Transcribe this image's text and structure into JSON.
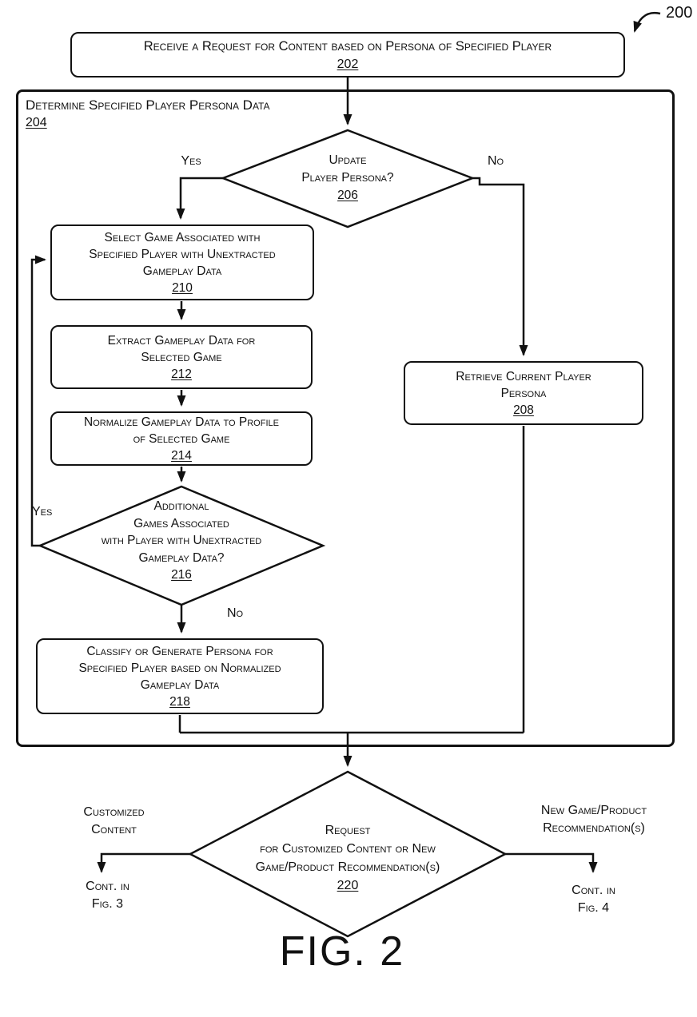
{
  "figure": {
    "number_ref": "200",
    "caption": "FIG. 2"
  },
  "nodes": {
    "n202": {
      "lines": [
        "Receive a Request for Content based on Persona of Specified Player"
      ],
      "ref": "202"
    },
    "n204": {
      "lines": [
        "Determine Specified Player Persona Data"
      ],
      "ref": "204"
    },
    "n206": {
      "lines": [
        "Update",
        "Player Persona?"
      ],
      "ref": "206"
    },
    "n208": {
      "lines": [
        "Retrieve Current Player",
        "Persona"
      ],
      "ref": "208"
    },
    "n210": {
      "lines": [
        "Select Game Associated with",
        "Specified Player with Unextracted",
        "Gameplay Data"
      ],
      "ref": "210"
    },
    "n212": {
      "lines": [
        "Extract Gameplay Data for",
        "Selected Game"
      ],
      "ref": "212"
    },
    "n214": {
      "lines": [
        "Normalize Gameplay Data to Profile",
        "of Selected Game"
      ],
      "ref": "214"
    },
    "n216": {
      "lines": [
        "Additional",
        "Games Associated",
        "with Player with Unextracted",
        "Gameplay Data?"
      ],
      "ref": "216"
    },
    "n218": {
      "lines": [
        "Classify or Generate Persona for",
        "Specified Player based on Normalized",
        "Gameplay Data"
      ],
      "ref": "218"
    },
    "n220": {
      "lines": [
        "Request",
        "for Customized Content or New",
        "Game/Product Recommendation(s)"
      ],
      "ref": "220"
    }
  },
  "labels": {
    "yes_206": "Yes",
    "no_206": "No",
    "yes_216": "Yes",
    "no_216": "No",
    "customized_content": [
      "Customized",
      "Content"
    ],
    "new_game_product": [
      "New Game/Product",
      "Recommendation(s)"
    ],
    "cont_fig3": [
      "Cont. in",
      "Fig. 3"
    ],
    "cont_fig4": [
      "Cont. in",
      "Fig. 4"
    ]
  },
  "colors": {
    "ink": "#111111",
    "background": "#ffffff"
  }
}
